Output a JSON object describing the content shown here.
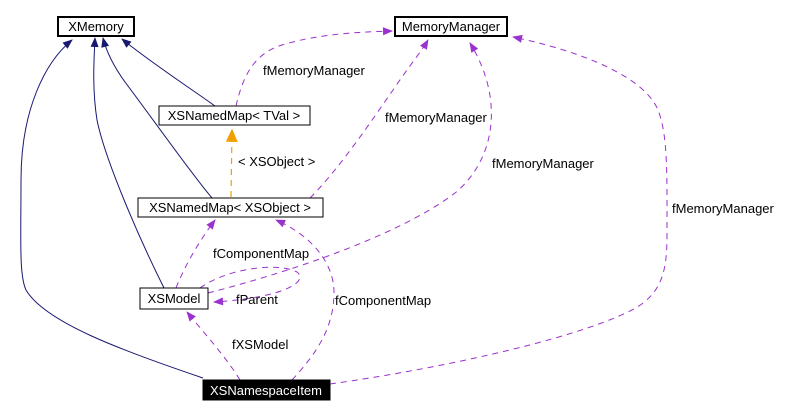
{
  "diagram": {
    "kind": "uml-collaboration-graph",
    "nodes": {
      "xmemory": {
        "label": "XMemory"
      },
      "memorymanager": {
        "label": "MemoryManager"
      },
      "xsnamedmap_tval": {
        "label": "XSNamedMap< TVal >"
      },
      "xsnamedmap_xsobject": {
        "label": "XSNamedMap< XSObject >"
      },
      "xsmodel": {
        "label": "XSModel"
      },
      "xsnamespaceitem": {
        "label": "XSNamespaceItem"
      }
    },
    "edge_labels": {
      "fmemorymanager_1": {
        "text": "fMemoryManager"
      },
      "fmemorymanager_2": {
        "text": "fMemoryManager"
      },
      "fmemorymanager_3": {
        "text": "fMemoryManager"
      },
      "fmemorymanager_4": {
        "text": "fMemoryManager"
      },
      "template_args": {
        "text": "< XSObject >"
      },
      "fcomponentmap_1": {
        "text": "fComponentMap"
      },
      "fcomponentmap_2": {
        "text": "fComponentMap"
      },
      "fparent": {
        "text": "fParent"
      },
      "fxsmodel": {
        "text": "fXSModel"
      }
    }
  },
  "colors": {
    "inheritance": "#191970",
    "usage": "#9a32cd",
    "template": "#f0a000",
    "node_border": "#000000",
    "node_bg": "#ffffff",
    "highlight_bg": "#000000",
    "highlight_text": "#ffffff",
    "label_text": "#000000"
  }
}
